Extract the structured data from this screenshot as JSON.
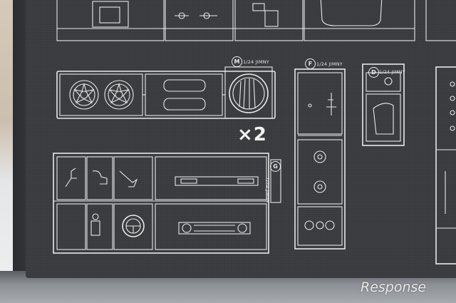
{
  "sprues": [
    {
      "letter": "M",
      "scale": "1/24 JIMNY"
    },
    {
      "letter": "F",
      "scale": "1/24 JIMNY"
    },
    {
      "letter": "D",
      "scale": "1/24 JIMNY"
    },
    {
      "letter": "G",
      "scale": "1/24 JIMNY"
    }
  ],
  "quantity_label": "×2",
  "watermark": "Response"
}
